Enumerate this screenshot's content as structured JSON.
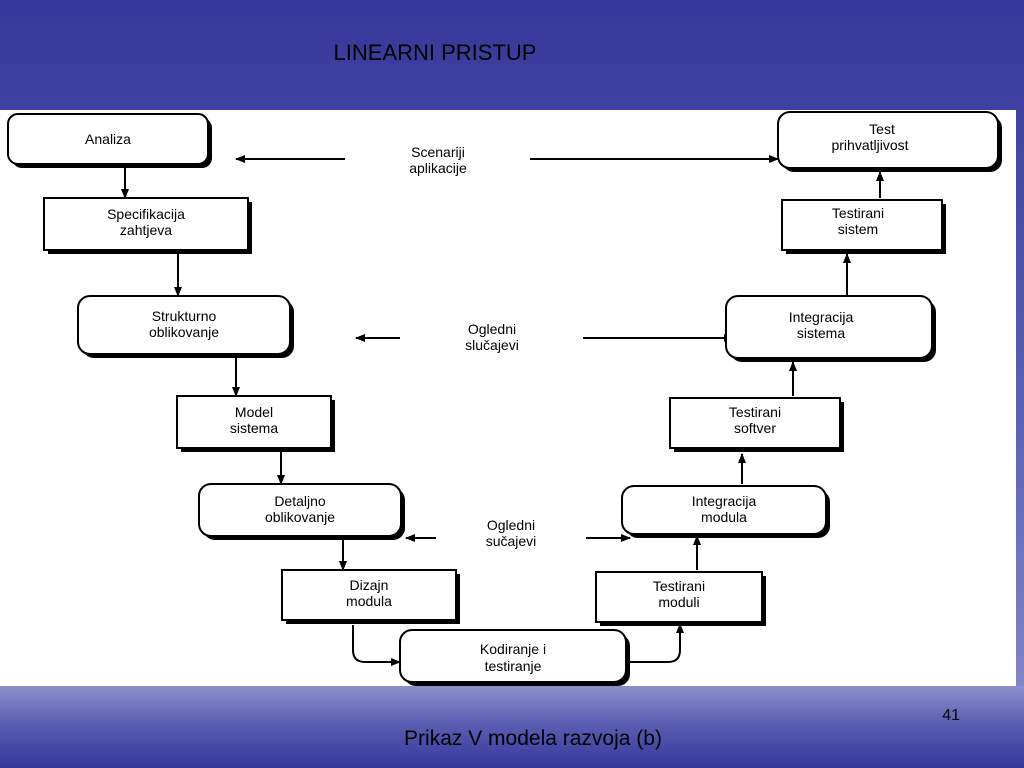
{
  "slide": {
    "title": "LINEARNI PRISTUP",
    "caption": "Prikaz V modela razvoja (b)",
    "page_number": "41"
  },
  "diagram": {
    "nodes": {
      "analiza": [
        "Analiza"
      ],
      "specifikacija": [
        "Specifikacija",
        "zahtjeva"
      ],
      "strukturno": [
        "Strukturno",
        "oblikovanje"
      ],
      "model": [
        "Model",
        "sistema"
      ],
      "detaljno": [
        "Detaljno",
        "oblikovanje"
      ],
      "dizajn": [
        "Dizajn",
        "modula"
      ],
      "kodiranje": [
        "Kodiranje i",
        "testiranje"
      ],
      "testirani_moduli": [
        "Testirani",
        "moduli"
      ],
      "integracija_modula": [
        "Integracija",
        "modula"
      ],
      "testirani_softver": [
        "Testirani",
        "softver"
      ],
      "integracija_sistema": [
        "Integracija",
        "sistema"
      ],
      "testirani_sistem": [
        "Testirani",
        "sistem"
      ],
      "test_prihvatljivost": [
        "Test",
        "prihvatljivost"
      ]
    },
    "labels": {
      "scenariji": [
        "Scenariji",
        "aplikacije"
      ],
      "ogledni1": [
        "Ogledni",
        "slučajevi"
      ],
      "ogledni2": [
        "Ogledni",
        "sučajevi"
      ]
    }
  }
}
